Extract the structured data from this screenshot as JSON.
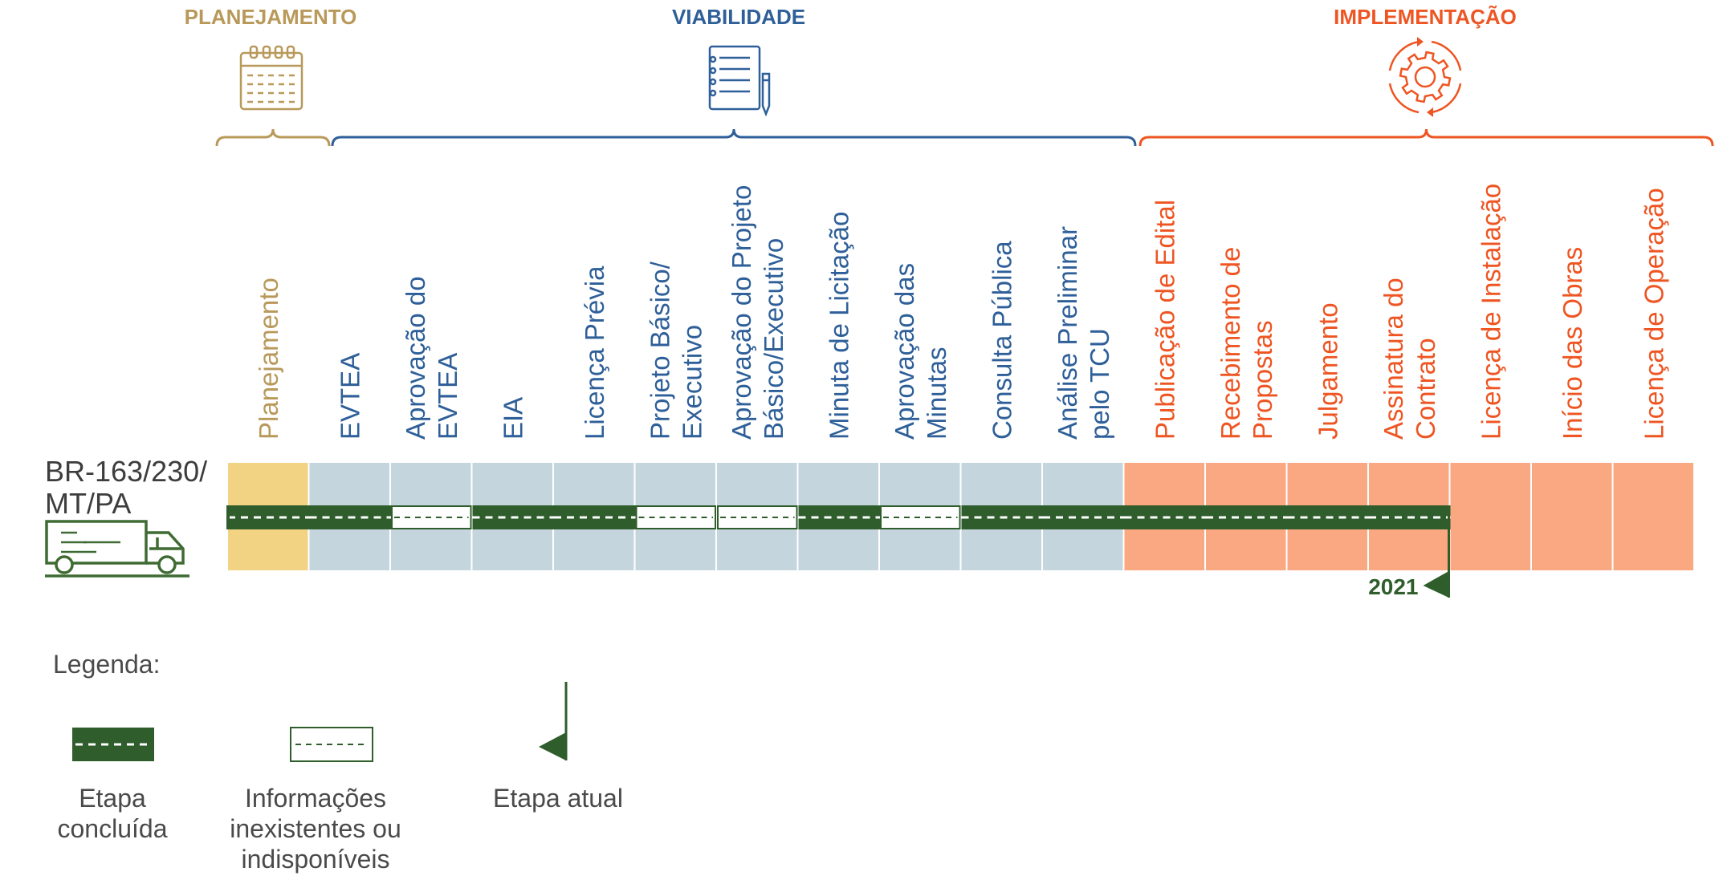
{
  "colors": {
    "planejamento": "#b8995a",
    "viabilidade": "#2e5f99",
    "implementacao": "#ee5522",
    "planejamento_fill": "#f2d383",
    "viabilidade_fill": "#c5d5de",
    "implementacao_fill": "#f9a882",
    "done": "#2f5d2c",
    "truck": "#3f6b33",
    "text_dark": "#3d3d3d"
  },
  "phases": [
    {
      "title": "PLANEJAMENTO",
      "icon": "calendar-icon",
      "color_key": "planejamento"
    },
    {
      "title": "VIABILIDADE",
      "icon": "document-pen-icon",
      "color_key": "viabilidade"
    },
    {
      "title": "IMPLEMENTAÇÃO",
      "icon": "gear-cycle-icon",
      "color_key": "implementacao"
    }
  ],
  "stages": [
    {
      "lines": [
        "Planejamento"
      ],
      "phase": 0,
      "status": "done"
    },
    {
      "lines": [
        "EVTEA"
      ],
      "phase": 1,
      "status": "done"
    },
    {
      "lines": [
        "Aprovação do",
        "EVTEA"
      ],
      "phase": 1,
      "status": "unavailable"
    },
    {
      "lines": [
        "EIA"
      ],
      "phase": 1,
      "status": "done"
    },
    {
      "lines": [
        "Licença Prévia"
      ],
      "phase": 1,
      "status": "done"
    },
    {
      "lines": [
        "Projeto Básico/",
        "Executivo"
      ],
      "phase": 1,
      "status": "unavailable"
    },
    {
      "lines": [
        "Aprovação do Projeto",
        "Básico/Executivo"
      ],
      "phase": 1,
      "status": "unavailable"
    },
    {
      "lines": [
        "Minuta de Licitação"
      ],
      "phase": 1,
      "status": "done"
    },
    {
      "lines": [
        "Aprovação das",
        "Minutas"
      ],
      "phase": 1,
      "status": "unavailable"
    },
    {
      "lines": [
        "Consulta Pública"
      ],
      "phase": 1,
      "status": "done"
    },
    {
      "lines": [
        "Análise Preliminar",
        "pelo TCU"
      ],
      "phase": 1,
      "status": "done"
    },
    {
      "lines": [
        "Publicação de Edital"
      ],
      "phase": 2,
      "status": "done"
    },
    {
      "lines": [
        "Recebimento de",
        "Propostas"
      ],
      "phase": 2,
      "status": "done"
    },
    {
      "lines": [
        "Julgamento"
      ],
      "phase": 2,
      "status": "done"
    },
    {
      "lines": [
        "Assinatura do",
        "Contrato"
      ],
      "phase": 2,
      "status": "done"
    },
    {
      "lines": [
        "Licença de Instalação"
      ],
      "phase": 2,
      "status": "pending"
    },
    {
      "lines": [
        "Início das Obras"
      ],
      "phase": 2,
      "status": "pending"
    },
    {
      "lines": [
        "Licença de Operação"
      ],
      "phase": 2,
      "status": "pending"
    }
  ],
  "road": {
    "lines": [
      "BR-163/230/",
      "MT/PA"
    ],
    "icon": "truck-icon"
  },
  "current": {
    "year": "2021",
    "after_stage": 14,
    "icon": "flag-icon"
  },
  "legend": {
    "title": "Legenda:",
    "items": [
      {
        "icon": "completed-stage-icon",
        "lines": [
          "Etapa",
          "concluída"
        ]
      },
      {
        "icon": "unavailable-info-icon",
        "lines": [
          "Informações",
          "inexistentes ou",
          "indisponíveis"
        ]
      },
      {
        "icon": "current-stage-flag-icon",
        "lines": [
          "Etapa atual"
        ]
      }
    ]
  }
}
